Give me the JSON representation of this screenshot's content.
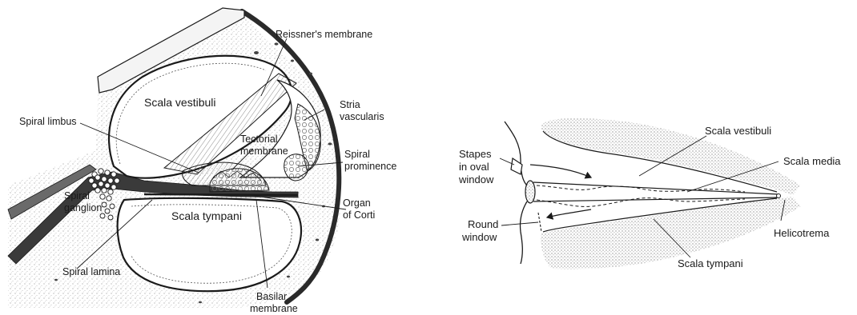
{
  "left_panel": {
    "labels": {
      "reissners_membrane": "Reissner's membrane",
      "scala_vestibuli": "Scala vestibuli",
      "stria_vascularis_1": "Stria",
      "stria_vascularis_2": "vascularis",
      "spiral_limbus": "Spiral limbus",
      "tectorial_membrane_1": "Tectorial",
      "tectorial_membrane_2": "membrane",
      "spiral_prominence_1": "Spiral",
      "spiral_prominence_2": "prominence",
      "spiral_ganglion_1": "Spiral",
      "spiral_ganglion_2": "ganglion",
      "organ_of_corti_1": "Organ",
      "organ_of_corti_2": "of Corti",
      "scala_tympani": "Scala tympani",
      "spiral_lamina": "Spiral lamina",
      "basilar_membrane_1": "Basilar",
      "basilar_membrane_2": "membrane"
    }
  },
  "right_panel": {
    "labels": {
      "scala_vestibuli": "Scala vestibuli",
      "stapes_1": "Stapes",
      "stapes_2": "in oval",
      "stapes_3": "window",
      "scala_media": "Scala media",
      "round_window_1": "Round",
      "round_window_2": "window",
      "helicotrema": "Helicotrema",
      "scala_tympani": "Scala tympani"
    }
  },
  "colors": {
    "ink": "#1a1a1a",
    "bone_stipple": "#cfcfcf",
    "tissue": "#8a8a8a"
  }
}
